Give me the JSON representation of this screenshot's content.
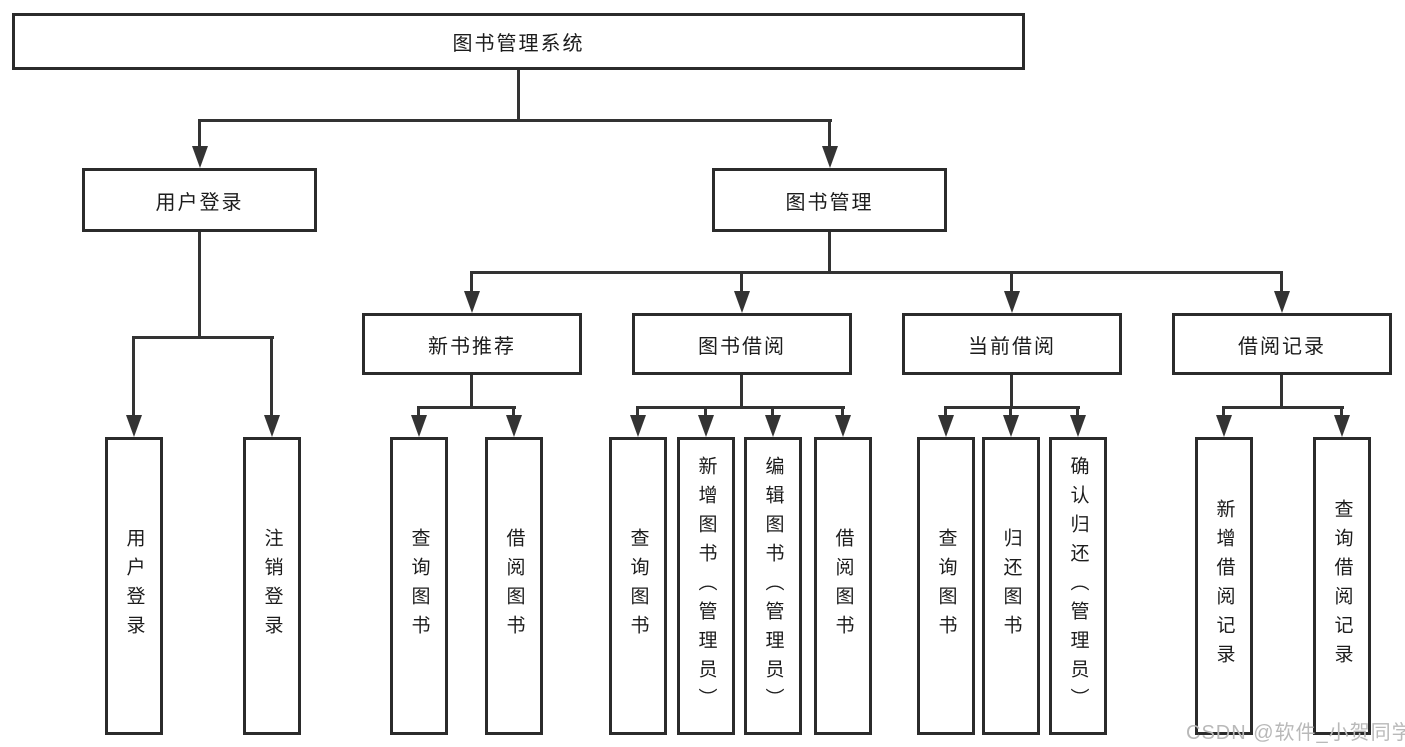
{
  "tree": {
    "root": {
      "label": "图书管理系统"
    },
    "branches": [
      {
        "label": "用户登录",
        "children": [
          {
            "label": "用户登录"
          },
          {
            "label": "注销登录"
          }
        ]
      },
      {
        "label": "图书管理",
        "children": [
          {
            "label": "新书推荐",
            "children": [
              {
                "label": "查询图书"
              },
              {
                "label": "借阅图书"
              }
            ]
          },
          {
            "label": "图书借阅",
            "children": [
              {
                "label": "查询图书"
              },
              {
                "label": "新增图书（管理员）"
              },
              {
                "label": "编辑图书（管理员）"
              },
              {
                "label": "借阅图书"
              }
            ]
          },
          {
            "label": "当前借阅",
            "children": [
              {
                "label": "查询图书"
              },
              {
                "label": "归还图书"
              },
              {
                "label": "确认归还（管理员）"
              }
            ]
          },
          {
            "label": "借阅记录",
            "children": [
              {
                "label": "新增借阅记录"
              },
              {
                "label": "查询借阅记录"
              }
            ]
          }
        ]
      }
    ]
  },
  "watermark": "CSDN @软件_小贺同学",
  "colors": {
    "line": "#333333",
    "box_border": "#2b2b2b",
    "box_background": "#ffffff",
    "text": "#1c1c1c",
    "watermark": "#b9b9b9"
  }
}
